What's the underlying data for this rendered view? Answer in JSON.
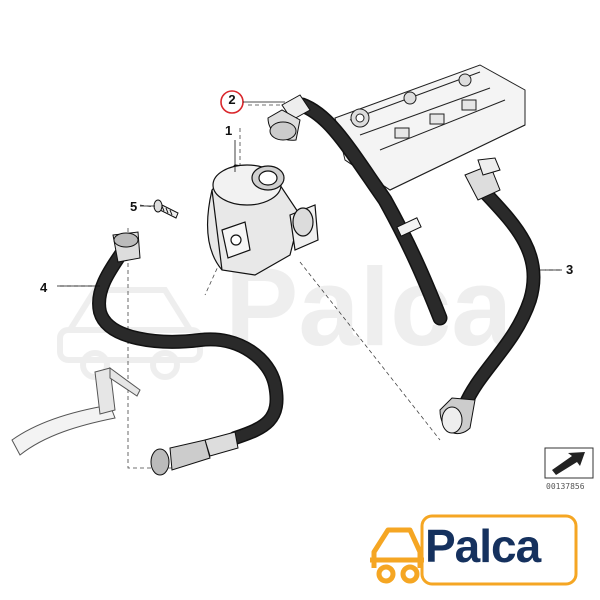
{
  "callouts": {
    "c1": "1",
    "c2": "2",
    "c3": "3",
    "c4": "4",
    "c5": "5"
  },
  "diagram_number": "00137856",
  "brand": {
    "name": "Palca",
    "color": "#15315e",
    "accent": "#f5a623"
  },
  "watermark": "Palca",
  "colors": {
    "highlight_circle": "#d9262b",
    "line": "#111111",
    "hose_fill": "#1c1c1c"
  },
  "icons": [
    "car-outline-icon",
    "direction-arrow-icon"
  ]
}
